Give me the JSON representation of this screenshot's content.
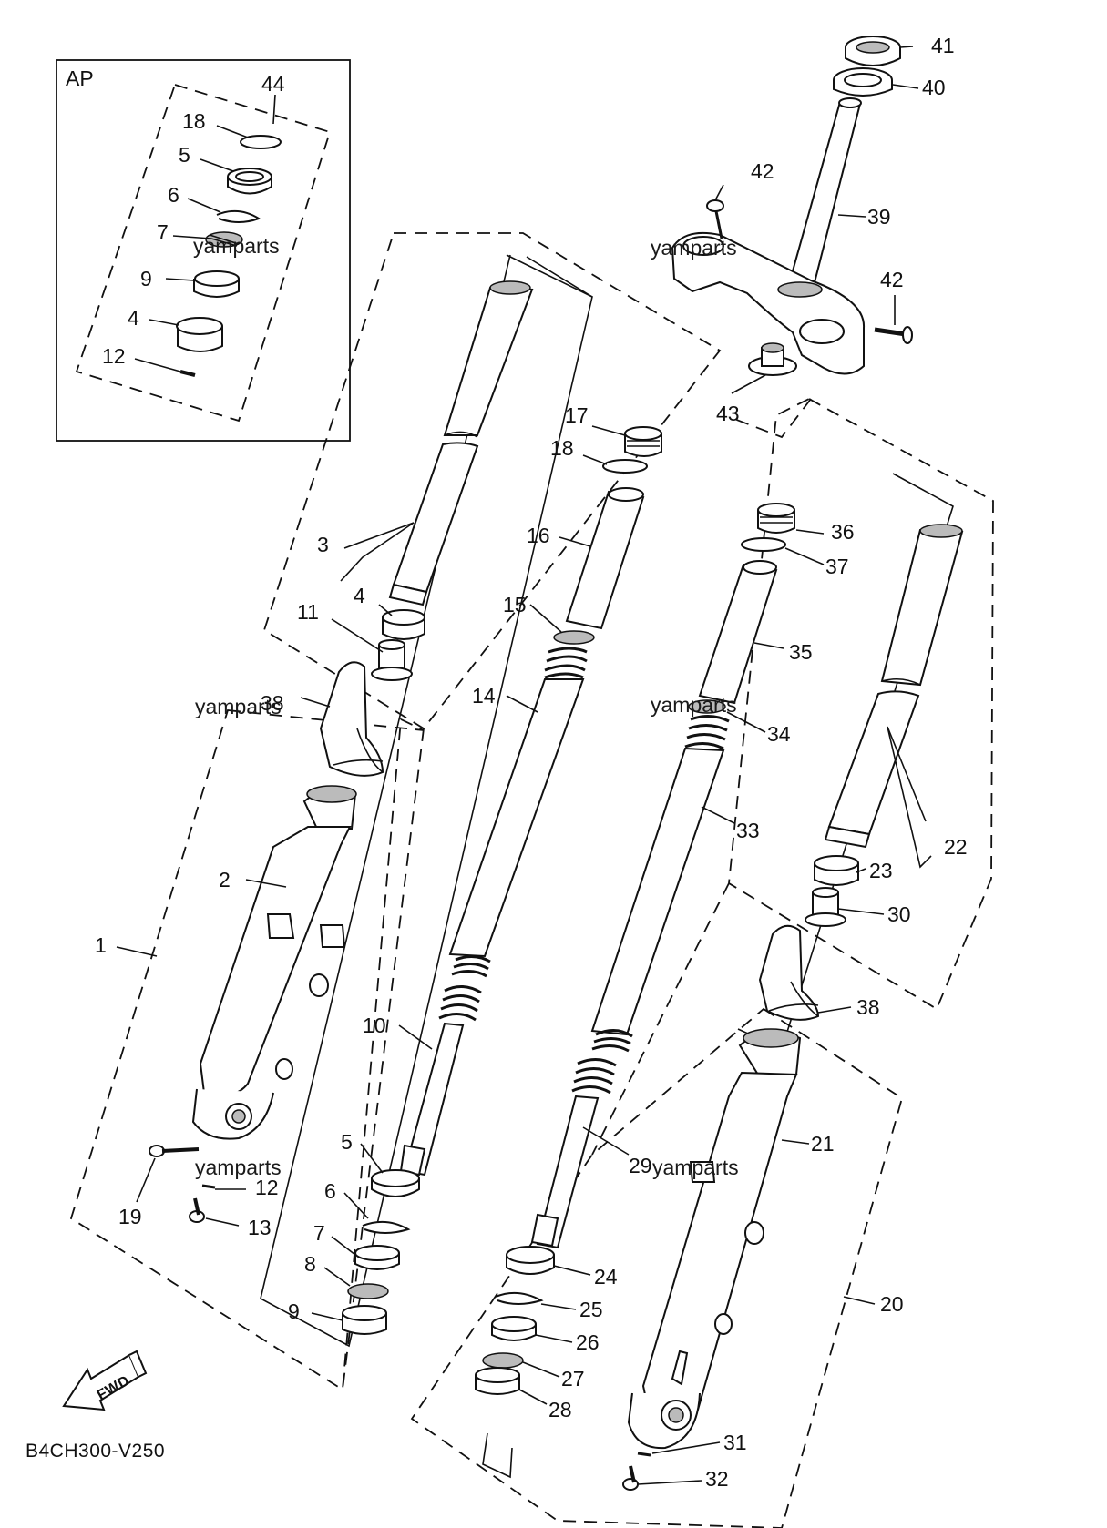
{
  "diagram": {
    "inset_label": "AP",
    "code": "B4CH300-V250",
    "fwd_label": "FWD",
    "watermark": "yamparts",
    "callouts": {
      "c44": "44",
      "ap18": "18",
      "ap5": "5",
      "ap6": "6",
      "ap7": "7",
      "ap9": "9",
      "ap4": "4",
      "ap12": "12",
      "c41": "41",
      "c40": "40",
      "c42a": "42",
      "c39": "39",
      "c42b": "42",
      "c43": "43",
      "c17": "17",
      "c18": "18",
      "c16": "16",
      "c15": "15",
      "c14": "14",
      "c3": "3",
      "c4": "4",
      "c11": "11",
      "c38a": "38",
      "c2": "2",
      "c1": "1",
      "c19": "19",
      "c12": "12",
      "c13": "13",
      "c10": "10",
      "c5": "5",
      "c6": "6",
      "c7": "7",
      "c8": "8",
      "c9": "9",
      "c36": "36",
      "c37": "37",
      "c35": "35",
      "c34": "34",
      "c33": "33",
      "c22": "22",
      "c23": "23",
      "c30": "30",
      "c38b": "38",
      "c29": "29",
      "c21": "21",
      "c24": "24",
      "c25": "25",
      "c26": "26",
      "c27": "27",
      "c28": "28",
      "c20": "20",
      "c31": "31",
      "c32": "32"
    }
  }
}
